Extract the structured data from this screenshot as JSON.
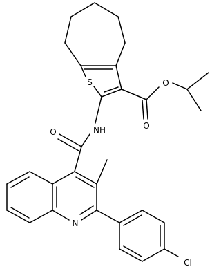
{
  "atoms": {
    "S": "S",
    "O_ester_double": "O",
    "O_ester_single": "O",
    "NH": "NH",
    "O_amide": "O",
    "N_quinoline": "N",
    "Cl": "Cl"
  },
  "colors": {
    "bond": "#000000",
    "text": "#000000",
    "background": "#ffffff"
  }
}
